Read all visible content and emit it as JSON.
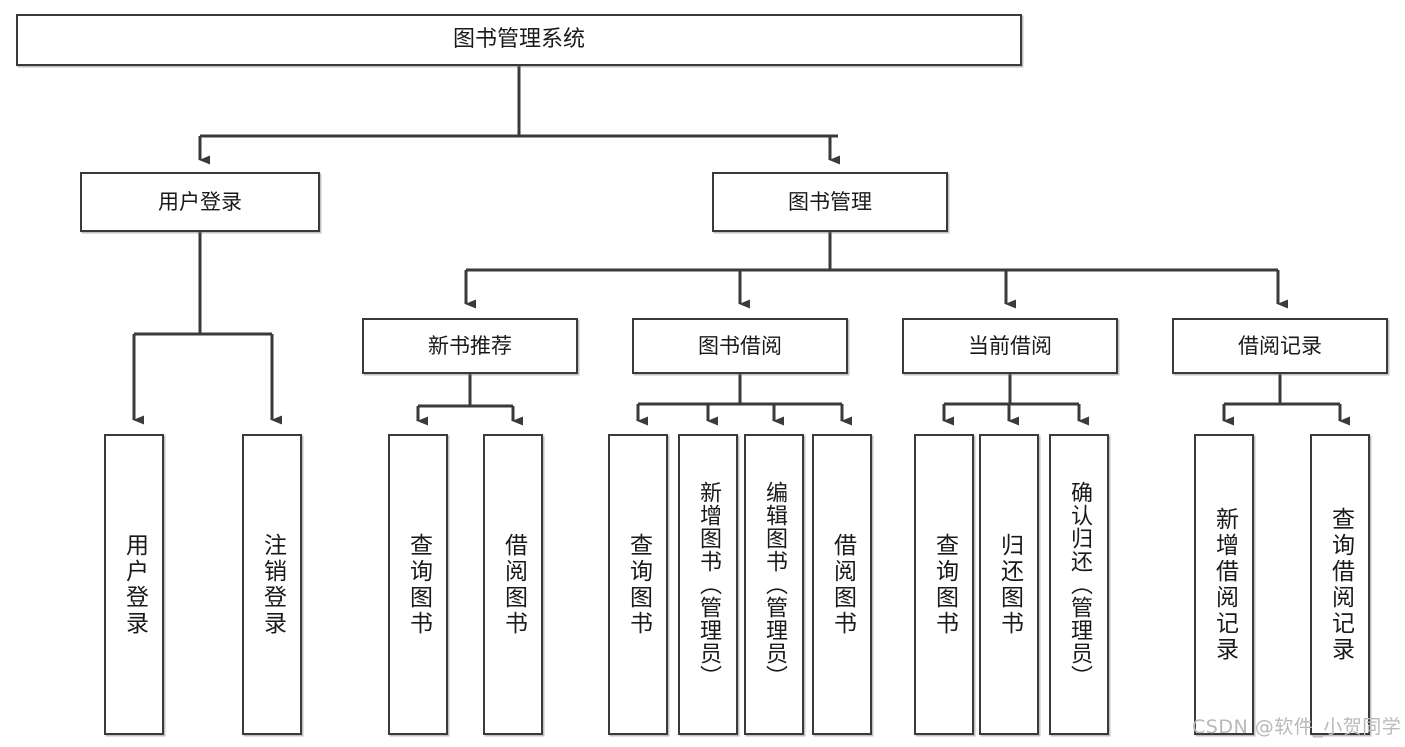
{
  "diagram": {
    "title": "图书管理系统",
    "type": "tree",
    "watermark": "CSDN @软件_小贺同学",
    "colors": {
      "box_border": "#3a3a3a",
      "box_fill": "#ffffff",
      "edge": "#3a3a3a",
      "text": "#1a1a1a",
      "watermark": "#b9b9b9",
      "background": "#ffffff"
    },
    "root": {
      "label": "图书管理系统"
    },
    "level2": [
      {
        "id": "user-login",
        "label": "用户登录"
      },
      {
        "id": "book-manage",
        "label": "图书管理"
      }
    ],
    "level3": [
      {
        "id": "new-book-recommend",
        "label": "新书推荐",
        "parent": "book-manage"
      },
      {
        "id": "book-borrow",
        "label": "图书借阅",
        "parent": "book-manage"
      },
      {
        "id": "current-borrow",
        "label": "当前借阅",
        "parent": "book-manage"
      },
      {
        "id": "borrow-record",
        "label": "借阅记录",
        "parent": "book-manage"
      }
    ],
    "leaves": [
      {
        "id": "leaf-user-login",
        "label": "用户登录",
        "parent": "user-login"
      },
      {
        "id": "leaf-logout-login",
        "label": "注销登录",
        "parent": "user-login"
      },
      {
        "id": "leaf-query-book-1",
        "label": "查询图书",
        "parent": "new-book-recommend"
      },
      {
        "id": "leaf-borrow-book-1",
        "label": "借阅图书",
        "parent": "new-book-recommend"
      },
      {
        "id": "leaf-query-book-2",
        "label": "查询图书",
        "parent": "book-borrow"
      },
      {
        "id": "leaf-add-book",
        "label": "新增图书（管理员）",
        "parent": "book-borrow"
      },
      {
        "id": "leaf-edit-book",
        "label": "编辑图书（管理员）",
        "parent": "book-borrow"
      },
      {
        "id": "leaf-borrow-book-2",
        "label": "借阅图书",
        "parent": "book-borrow"
      },
      {
        "id": "leaf-query-book-3",
        "label": "查询图书",
        "parent": "current-borrow"
      },
      {
        "id": "leaf-return-book",
        "label": "归还图书",
        "parent": "current-borrow"
      },
      {
        "id": "leaf-confirm-return",
        "label": "确认归还（管理员）",
        "parent": "current-borrow"
      },
      {
        "id": "leaf-add-record",
        "label": "新增借阅记录",
        "parent": "borrow-record"
      },
      {
        "id": "leaf-query-record",
        "label": "查询借阅记录",
        "parent": "borrow-record"
      }
    ]
  }
}
